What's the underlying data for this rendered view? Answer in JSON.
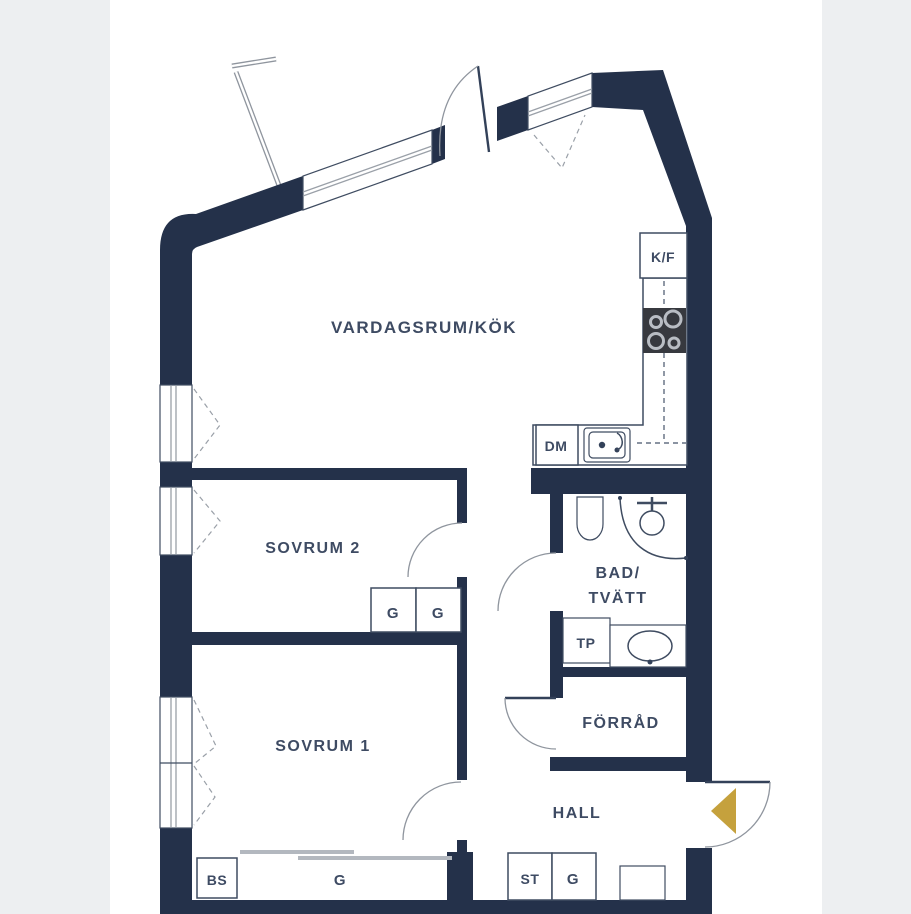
{
  "colors": {
    "wall": "#24314a",
    "label_text": "#3e4b63",
    "fixture_outline": "#3f4c61",
    "door_arc": "#8f959e",
    "entry_arrow_gold": "#c5a13d",
    "stove": "#37393f",
    "page_margin": "#edeff1",
    "plan_background": "#ffffff"
  },
  "rooms": {
    "living_kitchen": "VARDAGSRUM/KÖK",
    "bedroom2": "SOVRUM 2",
    "bedroom1": "SOVRUM 1",
    "bath_line1": "BAD/",
    "bath_line2": "TVÄTT",
    "storage": "FÖRRÅD",
    "hall": "HALL"
  },
  "cabinet_labels": {
    "kf": "K/F",
    "dm": "DM",
    "tp": "TP",
    "g": "G",
    "bs": "BS",
    "st": "ST"
  }
}
